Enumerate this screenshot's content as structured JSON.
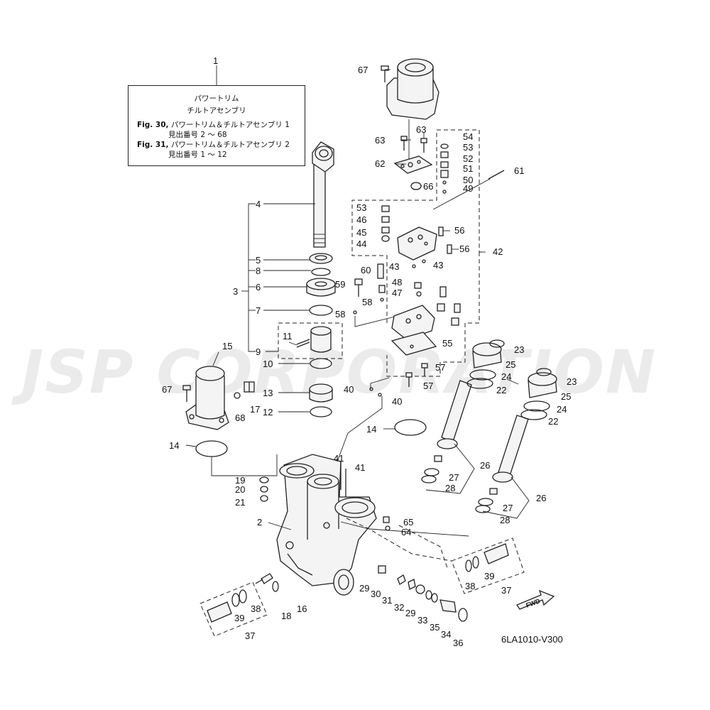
{
  "watermark": "JSP CORPORATION",
  "title_box": {
    "line1": "パワートリム",
    "line2": "チルトアセンブリ",
    "ref1_fig": "Fig. 30,",
    "ref1_text": "パワートリム＆チルトアセンブリ 1",
    "ref1_range_prefix": "見出番号",
    "ref1_range": "2 ～ 68",
    "ref2_fig": "Fig. 31,",
    "ref2_text": "パワートリム＆チルトアセンブリ 2",
    "ref2_range_prefix": "見出番号",
    "ref2_range": "1 ～ 12"
  },
  "callouts": {
    "c1": "1",
    "c2": "2",
    "c3": "3",
    "c4": "4",
    "c5": "5",
    "c6": "6",
    "c7": "7",
    "c8": "8",
    "c9": "9",
    "c10": "10",
    "c11": "11",
    "c12": "12",
    "c13": "13",
    "c14a": "14",
    "c14b": "14",
    "c15": "15",
    "c16": "16",
    "c17": "17",
    "c18": "18",
    "c19": "19",
    "c20": "20",
    "c21": "21",
    "c22a": "22",
    "c22b": "22",
    "c23a": "23",
    "c23b": "23",
    "c24a": "24",
    "c24b": "24",
    "c25a": "25",
    "c25b": "25",
    "c26a": "26",
    "c26b": "26",
    "c27a": "27",
    "c27b": "27",
    "c28a": "28",
    "c28b": "28",
    "c29a": "29",
    "c29b": "29",
    "c30": "30",
    "c31": "31",
    "c32": "32",
    "c33": "33",
    "c34": "34",
    "c35": "35",
    "c36": "36",
    "c37a": "37",
    "c37b": "37",
    "c38a": "38",
    "c38b": "38",
    "c39a": "39",
    "c39b": "39",
    "c40a": "40",
    "c40b": "40",
    "c41a": "41",
    "c41b": "41",
    "c42": "42",
    "c43a": "43",
    "c43b": "43",
    "c44": "44",
    "c45": "45",
    "c46": "46",
    "c47": "47",
    "c48": "48",
    "c49": "49",
    "c50": "50",
    "c51": "51",
    "c52": "52",
    "c53a": "53",
    "c53b": "53",
    "c54": "54",
    "c55": "55",
    "c56a": "56",
    "c56b": "56",
    "c57a": "57",
    "c57b": "57",
    "c58a": "58",
    "c58b": "58",
    "c59": "59",
    "c60": "60",
    "c61": "61",
    "c62": "62",
    "c63a": "63",
    "c63b": "63",
    "c64": "64",
    "c65": "65",
    "c66": "66",
    "c67a": "67",
    "c67b": "67",
    "c68": "68"
  },
  "fwd_label": "FWD",
  "diagram_code": "6LA1010-V300"
}
